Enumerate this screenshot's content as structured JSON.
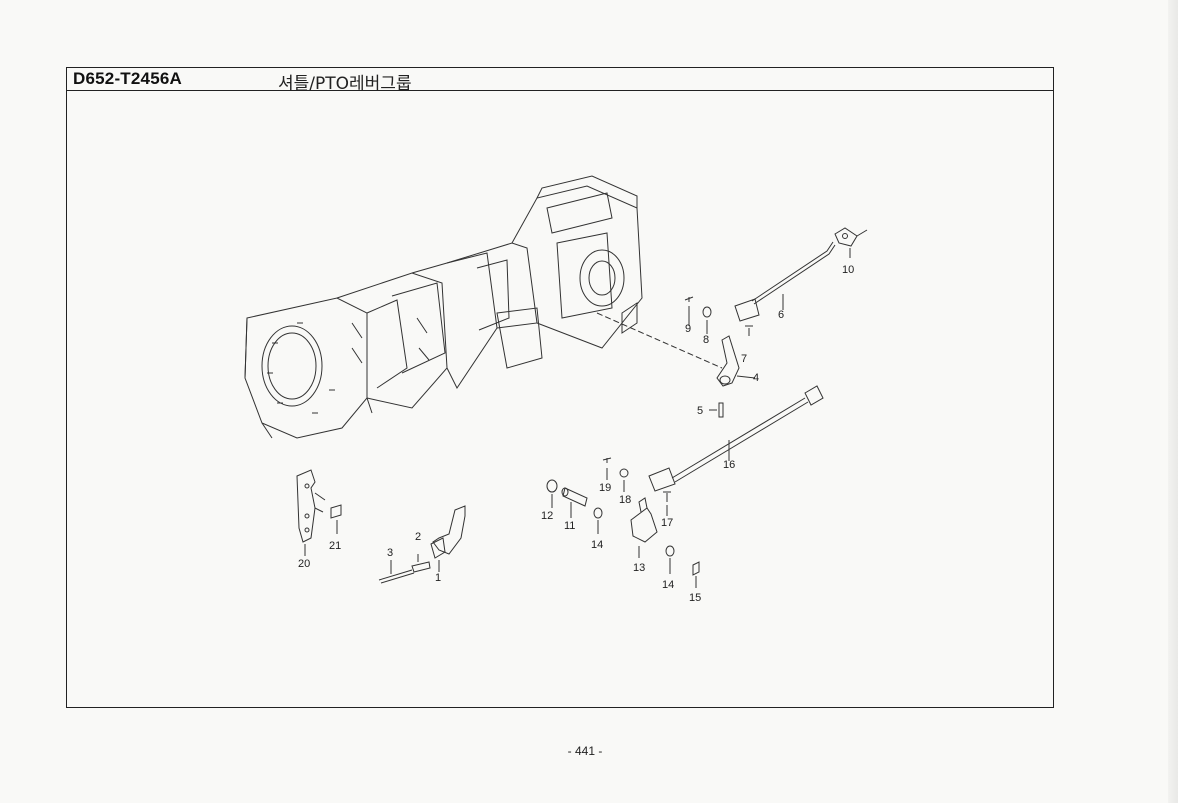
{
  "document": {
    "code": "D652-T2456A",
    "title": "셔틀/PTO레버그룹",
    "page_number": "- 441 -"
  },
  "callouts": [
    {
      "id": "1",
      "label": "1"
    },
    {
      "id": "2",
      "label": "2"
    },
    {
      "id": "3",
      "label": "3"
    },
    {
      "id": "4",
      "label": "4"
    },
    {
      "id": "5",
      "label": "5"
    },
    {
      "id": "6",
      "label": "6"
    },
    {
      "id": "7",
      "label": "7"
    },
    {
      "id": "8",
      "label": "8"
    },
    {
      "id": "9",
      "label": "9"
    },
    {
      "id": "10",
      "label": "10"
    },
    {
      "id": "11",
      "label": "11"
    },
    {
      "id": "12",
      "label": "12"
    },
    {
      "id": "13",
      "label": "13"
    },
    {
      "id": "14a",
      "label": "14"
    },
    {
      "id": "14b",
      "label": "14"
    },
    {
      "id": "15",
      "label": "15"
    },
    {
      "id": "16",
      "label": "16"
    },
    {
      "id": "17",
      "label": "17"
    },
    {
      "id": "18",
      "label": "18"
    },
    {
      "id": "19",
      "label": "19"
    },
    {
      "id": "20",
      "label": "20"
    },
    {
      "id": "21",
      "label": "21"
    }
  ]
}
